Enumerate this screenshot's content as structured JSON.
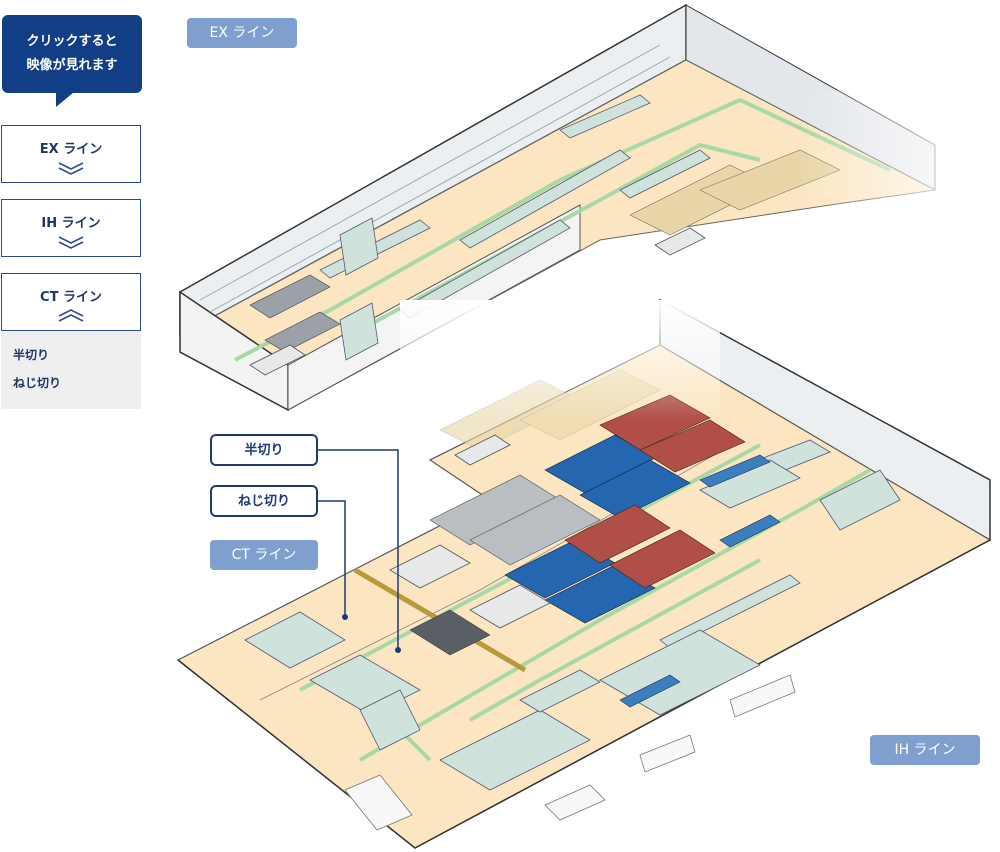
{
  "nav": {
    "hint_line1": "クリックすると",
    "hint_line2": "映像が見れます",
    "items": [
      {
        "label": "EX ライン"
      },
      {
        "label": "IH ライン"
      },
      {
        "label": "CT ライン"
      }
    ],
    "submenu": [
      "半切り",
      "ねじ切り"
    ]
  },
  "map": {
    "ex_label": "EX ライン",
    "ct_label": "CT ライン",
    "ih_label": "IH ライン",
    "callout_half_cut": "半切り",
    "callout_thread_cut": "ねじ切り"
  },
  "colors": {
    "accent": "#123e85",
    "floor": "#fbe6c1",
    "wall": "#e9ecef",
    "path": "#a8d8a6",
    "tag": "#7f9fce",
    "stock_blue": "#2466b0",
    "stock_red": "#b04f48"
  }
}
